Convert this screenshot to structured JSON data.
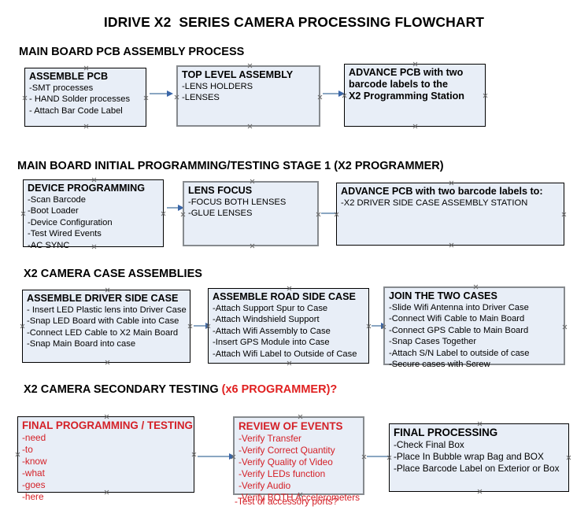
{
  "title": "IDRIVE X2  SERIES CAMERA PROCESSING FLOWCHART",
  "colors": {
    "box_fill": "#e8eef7",
    "box_border": "#000000",
    "box_border_gray": "#868a8e",
    "connector": "#8aa6c2",
    "arrowhead": "#3a66a8",
    "text": "#000000",
    "accent_red": "#d42027"
  },
  "sections": [
    {
      "id": "main-board-pcb-assembly",
      "heading": "MAIN BOARD PCB ASSEMBLY PROCESS",
      "heading_accent": "",
      "nodes": [
        {
          "id": "assemble-pcb",
          "title": "ASSEMBLE PCB",
          "lines": [
            "-SMT processes",
            "- HAND Solder processes",
            "- Attach Bar Code Label"
          ]
        },
        {
          "id": "top-level-assembly",
          "title": "TOP LEVEL ASSEMBLY",
          "lines": [
            "-LENS HOLDERS",
            "-LENSES"
          ]
        },
        {
          "id": "advance-pcb-to-x2-programming-station",
          "title": "ADVANCE PCB with two",
          "lines": [
            "barcode labels to the",
            " X2 Programming Station"
          ]
        }
      ]
    },
    {
      "id": "main-board-initial-programming",
      "heading": "MAIN BOARD INITIAL PROGRAMMING/TESTING STAGE 1 (X2 PROGRAMMER)",
      "heading_accent": "",
      "nodes": [
        {
          "id": "device-programming",
          "title": "DEVICE PROGRAMMING",
          "lines": [
            "-Scan Barcode",
            "-Boot Loader",
            "-Device Configuration",
            "-Test Wired Events",
            "-AC SYNC"
          ]
        },
        {
          "id": "lens-focus",
          "title": "LENS FOCUS",
          "lines": [
            "-FOCUS BOTH LENSES",
            "-GLUE LENSES"
          ]
        },
        {
          "id": "advance-pcb-to-driver-side-case-assembly",
          "title": "ADVANCE PCB with two barcode labels to:",
          "lines": [
            "-X2 DRIVER  SIDE  CASE  ASSEMBLY STATION"
          ]
        }
      ]
    },
    {
      "id": "x2-camera-case-assemblies",
      "heading": "X2 CAMERA CASE ASSEMBLIES",
      "heading_accent": "",
      "nodes": [
        {
          "id": "assemble-driver-side-case",
          "title": "ASSEMBLE DRIVER SIDE CASE",
          "lines": [
            "- Insert LED Plastic lens into Driver Case",
            "-Snap LED Board with Cable into Case",
            "-Connect LED Cable to X2 Main Board",
            "-Snap Main Board into case"
          ]
        },
        {
          "id": "assemble-road-side-case",
          "title": "ASSEMBLE ROAD SIDE CASE",
          "lines": [
            "-Attach Support Spur to Case",
            "-Attach Windshield Support",
            "-Attach Wifi Assembly to Case",
            "-Insert GPS Module into Case",
            "-Attach Wifi Label to Outside of Case"
          ]
        },
        {
          "id": "join-the-two-cases",
          "title": "JOIN THE TWO CASES",
          "lines": [
            "-Slide Wifi Antenna into Driver Case",
            "-Connect Wifi Cable to Main Board",
            "-Connect GPS Cable to Main Board",
            "-Snap Cases Together",
            "-Attach S/N Label to outside of case",
            "-Secure cases with Screw"
          ]
        }
      ]
    },
    {
      "id": "x2-camera-secondary-testing",
      "heading": "X2 CAMERA SECONDARY TESTING ",
      "heading_accent": "(x6 PROGRAMMER)?",
      "nodes": [
        {
          "id": "final-programming-testing",
          "title": "FINAL PROGRAMMING / TESTING",
          "lines": [
            "-need",
            "-to",
            "-know",
            "-what",
            "-goes",
            "-here"
          ]
        },
        {
          "id": "review-of-events",
          "title": "REVIEW OF EVENTS",
          "lines": [
            "-Verify Transfer",
            "-Verify Correct Quantity",
            "-Verify Quality of Video",
            "-Verify LEDs function",
            "-Verify Audio",
            "-Verify BOTH Accelerometers",
            "-Test of accessory ports?"
          ]
        },
        {
          "id": "final-processing",
          "title": "FINAL PROCESSING",
          "lines": [
            " -Check Final Box",
            "-Place In Bubble wrap Bag and BOX",
            "-Place Barcode Label on Exterior or Box"
          ]
        }
      ]
    }
  ]
}
